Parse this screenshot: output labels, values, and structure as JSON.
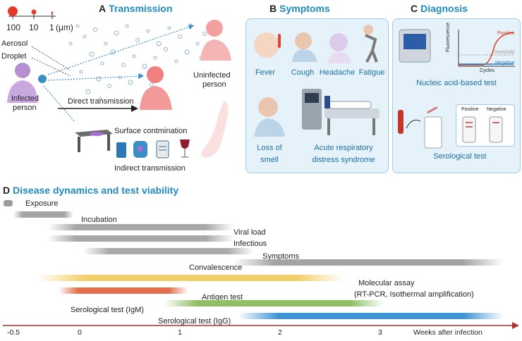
{
  "panelA": {
    "letter": "A",
    "title": "Transmission",
    "scale_values": [
      "100",
      "10",
      "1"
    ],
    "scale_unit": "(μm)",
    "aerosol": "Aerosol",
    "droplet": "Droplet",
    "infected_line1": "Infected",
    "infected_line2": "person",
    "uninfected_line1": "Uninfected",
    "uninfected_line2": "person",
    "direct": "Direct transmission",
    "surface": "Surface contmination",
    "indirect": "Indirect transmission"
  },
  "panelB": {
    "letter": "B",
    "title": "Symptoms",
    "fever": "Fever",
    "cough": "Cough",
    "headache": "Headache",
    "fatigue": "Fatigue",
    "loss1": "Loss of",
    "loss2": "smell",
    "ards1": "Acute respiratory",
    "ards2": "distress syndrome"
  },
  "panelC": {
    "letter": "C",
    "title": "Diagnosis",
    "fluorescence": "Fluorescence",
    "positive": "Positive",
    "threshold": "Threshold",
    "negative": "Negative",
    "cycles": "Cycles",
    "nucleic": "Nucleic acid-based test",
    "pos_card": "Positive",
    "neg_card": "Negative",
    "serological": "Serological test"
  },
  "panelD": {
    "letter": "D",
    "title": "Disease dynamics and test viability",
    "axis_label": "Weeks after infection",
    "ticks": [
      "-0.5",
      "0",
      "1",
      "2",
      "3"
    ],
    "bars": [
      {
        "label": "Exposure",
        "start": -0.8,
        "end": -0.7,
        "color": "#9a9a9a"
      },
      {
        "label": "Incubation",
        "start": -0.7,
        "end": -0.1,
        "color": "#a5a5a5"
      },
      {
        "label": "Viral load",
        "start": -0.35,
        "end": 1.5,
        "color": "#a8a8a8"
      },
      {
        "label": "Infectious",
        "start": -0.35,
        "end": 1.5,
        "color": "#a8a8a8"
      },
      {
        "label": "Symptoms",
        "start": 0.0,
        "end": 1.7,
        "color": "#aaaaaa"
      },
      {
        "label": "Convalescence",
        "start": 1.5,
        "end": 4.2,
        "color": "#a3a3a3"
      },
      {
        "label": "Molecular assay",
        "label2": "(RT-PCR, Isothermal amplification)",
        "start": -0.45,
        "end": 2.6,
        "color": "#f3cf6a"
      },
      {
        "label": "Antigen test",
        "start": -0.25,
        "end": 1.05,
        "color": "#e36f4c"
      },
      {
        "label": "Serological test (IgM)",
        "start": 0.8,
        "end": 3.0,
        "color": "#8fbf62"
      },
      {
        "label": "Serological test (IgG)",
        "start": 1.55,
        "end": 4.2,
        "color": "#3e95d6"
      }
    ]
  },
  "colors": {
    "accent": "#1f8ac0",
    "axis": "#b0302c",
    "panel_bg": "#e6f2fa"
  }
}
